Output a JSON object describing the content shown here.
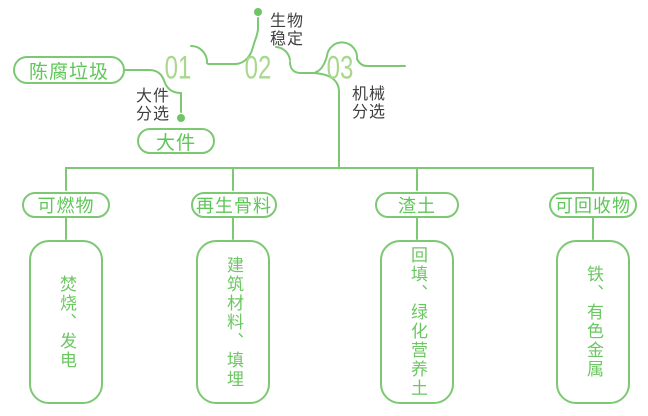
{
  "flow": {
    "source_label": "陈腐垃圾",
    "steps": [
      {
        "number": "01",
        "note_line1": "大件",
        "note_line2": "分选",
        "output_label": "大件"
      },
      {
        "number": "02",
        "note_line1": "生物",
        "note_line2": "稳定"
      },
      {
        "number": "03",
        "note_line1": "机械",
        "note_line2": "分选"
      }
    ]
  },
  "categories": [
    {
      "label": "可燃物",
      "detail": "焚烧、发电"
    },
    {
      "label": "再生骨料",
      "detail": "建筑材料、填埋"
    },
    {
      "label": "渣土",
      "detail": "回填、绿化营养土"
    },
    {
      "label": "可回收物",
      "detail": "铁、有色金属"
    }
  ],
  "colors": {
    "line": "#7dc873",
    "pill_border": "#7dc873",
    "pill_text": "#5fc658",
    "step_number": "#a8d88e",
    "dark_text": "#404040",
    "box_text": "#6bc761",
    "background": "#ffffff"
  }
}
